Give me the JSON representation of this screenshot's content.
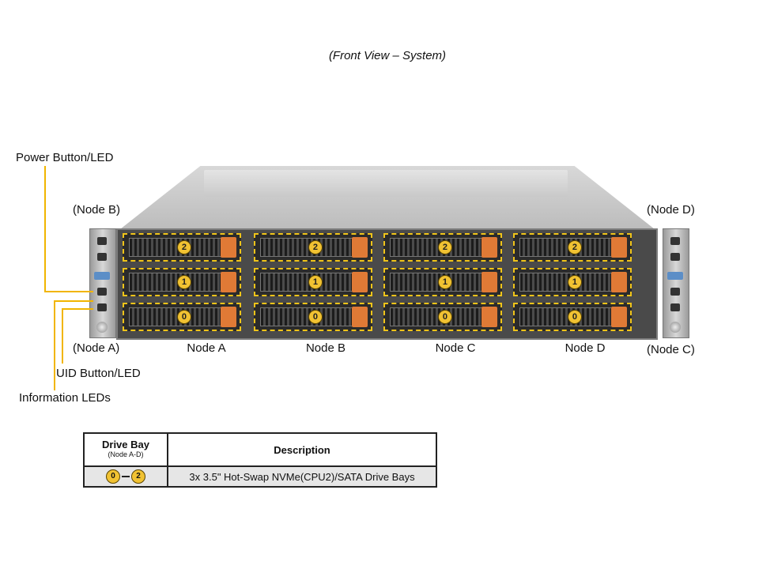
{
  "caption": "(Front View – System)",
  "callouts": {
    "power": "Power Button/LED",
    "uid": "UID Button/LED",
    "info": "Information LEDs",
    "node_b_ear": "(Node B)",
    "node_a_ear": "(Node A)",
    "node_d_ear": "(Node D)",
    "node_c_ear": "(Node C)"
  },
  "nodes": [
    "Node A",
    "Node B",
    "Node C",
    "Node D"
  ],
  "bay_numbers": [
    "2",
    "1",
    "0"
  ],
  "legend": {
    "header_bay": "Drive Bay",
    "header_bay_sub": "(Node A-D)",
    "header_desc": "Description",
    "bay_from": "0",
    "bay_to": "2",
    "description": "3x 3.5\" Hot-Swap NVMe(CPU2)/SATA Drive Bays"
  },
  "colors": {
    "bay_highlight": "#f1c232",
    "latch": "#e07a36",
    "leader": "#f1b500"
  }
}
